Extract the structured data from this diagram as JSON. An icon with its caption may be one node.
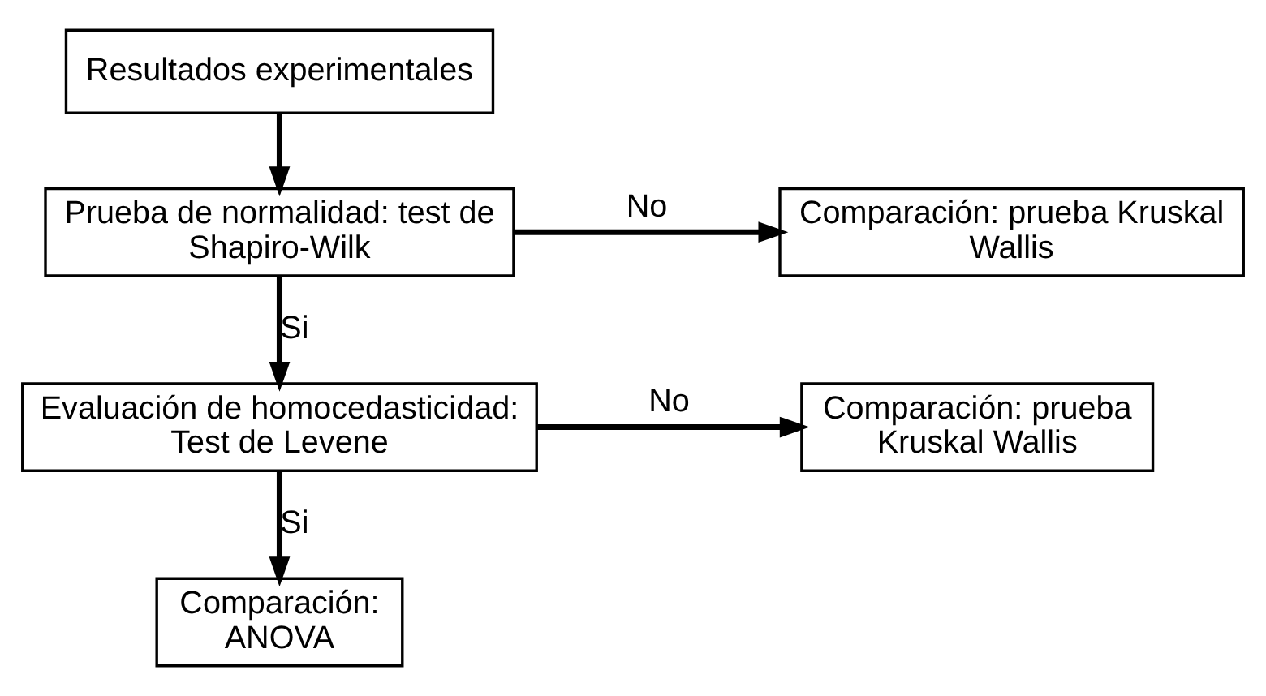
{
  "diagram": {
    "nodes": [
      {
        "text": [
          "Resultados experimentales"
        ]
      },
      {
        "text": [
          "Prueba de normalidad: test de Shapiro-Wilk"
        ]
      },
      {
        "text": [
          "Comparación: prueba Kruskal Wallis"
        ]
      },
      {
        "text": [
          "Evaluación de homocedasticidad: Test de Levene"
        ]
      },
      {
        "text": [
          "Comparación: prueba Kruskal Wallis"
        ]
      },
      {
        "text": [
          "Comparación: ANOVA"
        ]
      }
    ],
    "edges": [
      {
        "from": 0,
        "to": 1,
        "arrow": "to"
      },
      {
        "from": 1,
        "to": 2,
        "arrow": "to",
        "label": "No"
      },
      {
        "from": 1,
        "to": 3,
        "arrow": "to",
        "label": "Si"
      },
      {
        "from": 3,
        "to": 4,
        "arrow": "to",
        "label": "No"
      },
      {
        "from": 3,
        "to": 5,
        "arrow": "to",
        "label": "Si"
      }
    ]
  }
}
